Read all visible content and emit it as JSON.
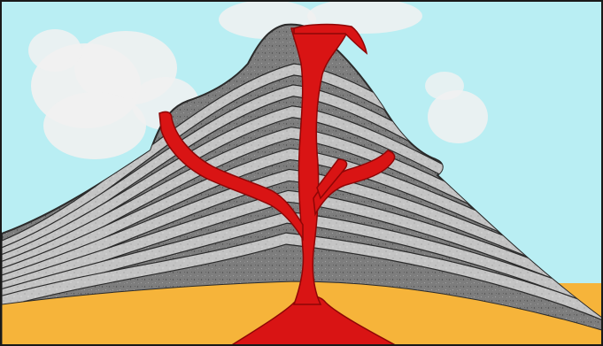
{
  "diagram": {
    "subject": "volcano-cross-section",
    "colors": {
      "sky": "#b9eef3",
      "mantle": "#f6b43a",
      "magma": "#d91414",
      "magma_dark": "#8e0606",
      "rock_dark": "#777777",
      "rock_light": "#c2c2c2",
      "outline": "#2a2a2a",
      "ash": "#f1f1f1"
    },
    "elements": [
      "sky",
      "ash-cloud",
      "volcano-cone",
      "rock-strata",
      "magma-chamber",
      "main-vent",
      "side-vents",
      "crater"
    ]
  }
}
